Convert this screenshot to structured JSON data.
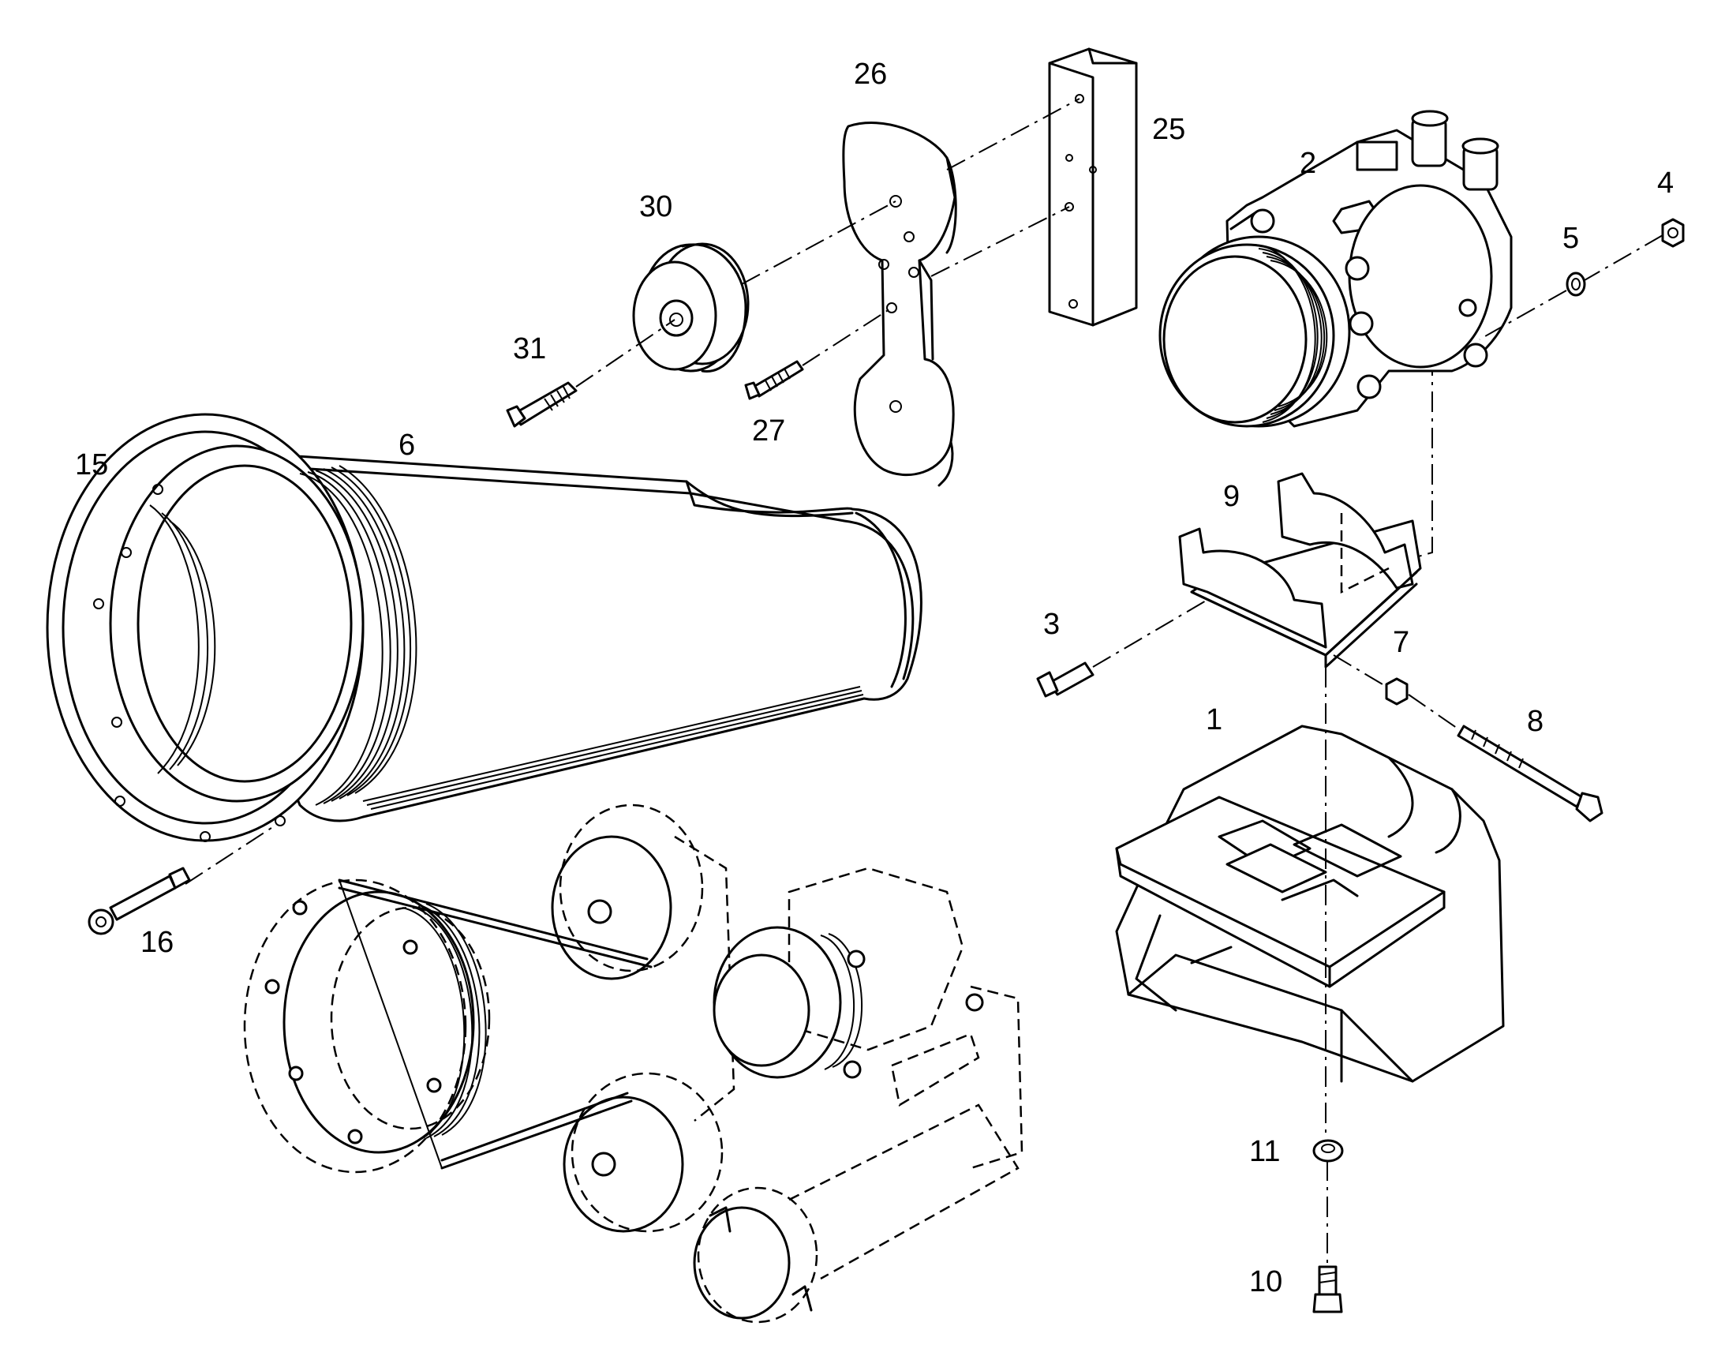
{
  "part_labels": [
    {
      "id": "p1",
      "text": "1"
    },
    {
      "id": "p2",
      "text": "2"
    },
    {
      "id": "p3",
      "text": "3"
    },
    {
      "id": "p4",
      "text": "4"
    },
    {
      "id": "p5",
      "text": "5"
    },
    {
      "id": "p6",
      "text": "6"
    },
    {
      "id": "p7",
      "text": "7"
    },
    {
      "id": "p8",
      "text": "8"
    },
    {
      "id": "p9",
      "text": "9"
    },
    {
      "id": "p10",
      "text": "10"
    },
    {
      "id": "p11",
      "text": "11"
    },
    {
      "id": "p15",
      "text": "15"
    },
    {
      "id": "p16",
      "text": "16"
    },
    {
      "id": "p25",
      "text": "25"
    },
    {
      "id": "p26",
      "text": "26"
    },
    {
      "id": "p27",
      "text": "27"
    },
    {
      "id": "p30",
      "text": "30"
    },
    {
      "id": "p31",
      "text": "31"
    }
  ]
}
